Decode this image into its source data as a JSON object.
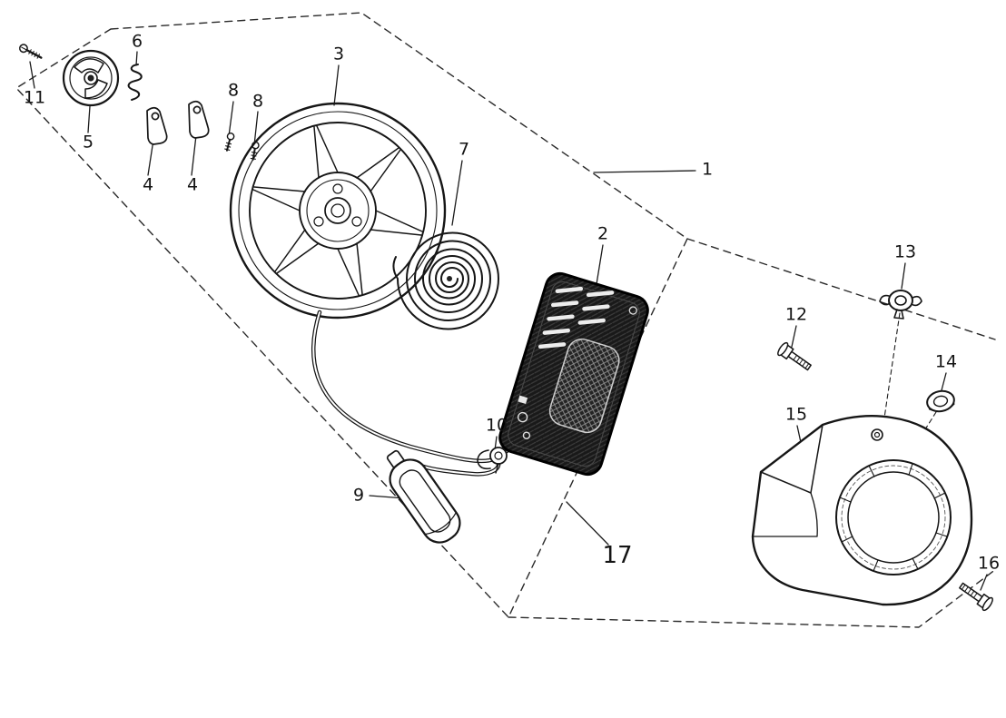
{
  "callouts": [
    {
      "label": "1"
    },
    {
      "label": "2"
    },
    {
      "label": "3"
    },
    {
      "label": "4"
    },
    {
      "label": "4"
    },
    {
      "label": "5"
    },
    {
      "label": "6"
    },
    {
      "label": "7"
    },
    {
      "label": "8"
    },
    {
      "label": "8"
    },
    {
      "label": "9"
    },
    {
      "label": "10"
    },
    {
      "label": "11"
    },
    {
      "label": "12"
    },
    {
      "label": "13"
    },
    {
      "label": "14"
    },
    {
      "label": "15"
    },
    {
      "label": "16"
    },
    {
      "label": "17"
    }
  ],
  "colors": {
    "background": "#ffffff",
    "line": "#1b1b1b",
    "cover_fill": "#1e1e1e"
  }
}
